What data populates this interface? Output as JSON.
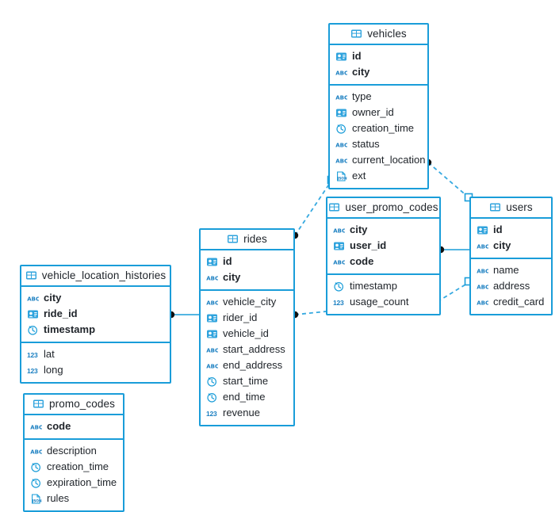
{
  "diagram": {
    "kind": "entity-relationship-diagram",
    "accent_color": "#1a9dd9",
    "text_color": "#20252b",
    "background": "#ffffff",
    "icon_legend": {
      "key-icon": "id / key column (badge icon)",
      "abc-icon": "string column (ABC)",
      "clock-icon": "timestamp column",
      "number-icon": "numeric column (123)",
      "json-icon": "json document column",
      "table-icon": "table header grid icon"
    }
  },
  "tables": [
    {
      "id": "vehicles",
      "name": "vehicles",
      "primary_key": [
        {
          "name": "id",
          "icon": "key-icon"
        },
        {
          "name": "city",
          "icon": "abc-icon"
        }
      ],
      "columns": [
        {
          "name": "type",
          "icon": "abc-icon"
        },
        {
          "name": "owner_id",
          "icon": "key-icon"
        },
        {
          "name": "creation_time",
          "icon": "clock-icon"
        },
        {
          "name": "status",
          "icon": "abc-icon"
        },
        {
          "name": "current_location",
          "icon": "abc-icon"
        },
        {
          "name": "ext",
          "icon": "json-icon"
        }
      ]
    },
    {
      "id": "user_promo_codes",
      "name": "user_promo_codes",
      "primary_key": [
        {
          "name": "city",
          "icon": "abc-icon"
        },
        {
          "name": "user_id",
          "icon": "key-icon"
        },
        {
          "name": "code",
          "icon": "abc-icon"
        }
      ],
      "columns": [
        {
          "name": "timestamp",
          "icon": "clock-icon"
        },
        {
          "name": "usage_count",
          "icon": "number-icon"
        }
      ]
    },
    {
      "id": "users",
      "name": "users",
      "primary_key": [
        {
          "name": "id",
          "icon": "key-icon"
        },
        {
          "name": "city",
          "icon": "abc-icon"
        }
      ],
      "columns": [
        {
          "name": "name",
          "icon": "abc-icon"
        },
        {
          "name": "address",
          "icon": "abc-icon"
        },
        {
          "name": "credit_card",
          "icon": "abc-icon"
        }
      ]
    },
    {
      "id": "rides",
      "name": "rides",
      "primary_key": [
        {
          "name": "id",
          "icon": "key-icon"
        },
        {
          "name": "city",
          "icon": "abc-icon"
        }
      ],
      "columns": [
        {
          "name": "vehicle_city",
          "icon": "abc-icon"
        },
        {
          "name": "rider_id",
          "icon": "key-icon"
        },
        {
          "name": "vehicle_id",
          "icon": "key-icon"
        },
        {
          "name": "start_address",
          "icon": "abc-icon"
        },
        {
          "name": "end_address",
          "icon": "abc-icon"
        },
        {
          "name": "start_time",
          "icon": "clock-icon"
        },
        {
          "name": "end_time",
          "icon": "clock-icon"
        },
        {
          "name": "revenue",
          "icon": "number-icon"
        }
      ]
    },
    {
      "id": "vehicle_location_histories",
      "name": "vehicle_location_histories",
      "primary_key": [
        {
          "name": "city",
          "icon": "abc-icon"
        },
        {
          "name": "ride_id",
          "icon": "key-icon"
        },
        {
          "name": "timestamp",
          "icon": "clock-icon"
        }
      ],
      "columns": [
        {
          "name": "lat",
          "icon": "number-icon"
        },
        {
          "name": "long",
          "icon": "number-icon"
        }
      ]
    },
    {
      "id": "promo_codes",
      "name": "promo_codes",
      "primary_key": [
        {
          "name": "code",
          "icon": "abc-icon"
        }
      ],
      "columns": [
        {
          "name": "description",
          "icon": "abc-icon"
        },
        {
          "name": "creation_time",
          "icon": "clock-icon"
        },
        {
          "name": "expiration_time",
          "icon": "clock-icon"
        },
        {
          "name": "rules",
          "icon": "json-icon"
        }
      ]
    }
  ],
  "relationships": [
    {
      "from": "vehicles",
      "to": "users",
      "style": "dashed"
    },
    {
      "from": "vehicles",
      "to": "user_promo_codes",
      "style": "dashed"
    },
    {
      "from": "rides",
      "to": "user_promo_codes",
      "style": "dashed"
    },
    {
      "from": "rides",
      "to": "users",
      "style": "dashed"
    },
    {
      "from": "user_promo_codes",
      "to": "users",
      "style": "solid"
    },
    {
      "from": "vehicle_location_histories",
      "to": "rides",
      "style": "solid"
    }
  ]
}
